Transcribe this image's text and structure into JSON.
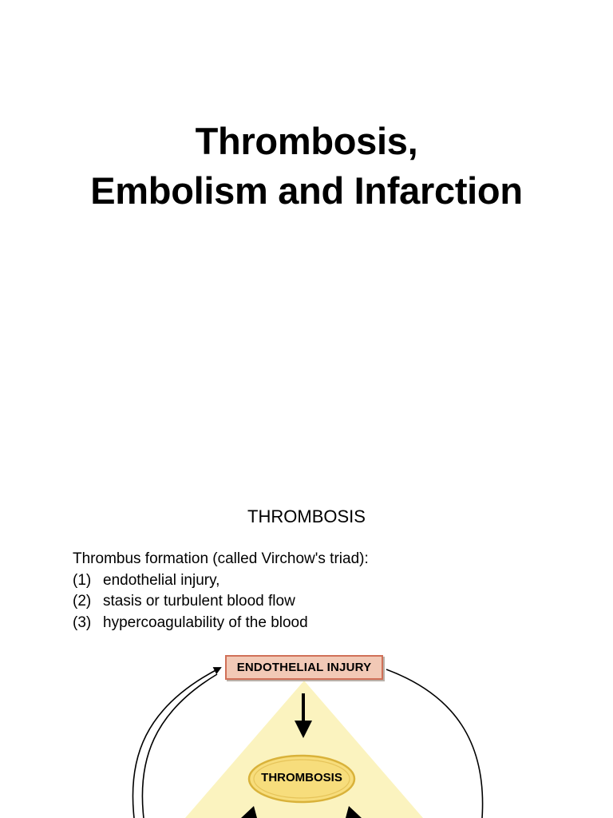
{
  "title": {
    "line1": "Thrombosis,",
    "line2": "Embolism and Infarction"
  },
  "section": {
    "heading": "THROMBOSIS",
    "intro": "Thrombus formation (called Virchow's triad):",
    "items": [
      {
        "num": "(1)",
        "text": "endothelial injury,"
      },
      {
        "num": "(2)",
        "text": "stasis or turbulent blood flow"
      },
      {
        "num": "(3)",
        "text": "hypercoagulability of the blood"
      }
    ]
  },
  "diagram": {
    "top_label": "ENDOTHELIAL INJURY",
    "center_label": "THROMBOSIS",
    "colors": {
      "triangle_fill": "#fbf3bf",
      "oval_fill": "#f7dd7c",
      "oval_stroke": "#d9b23a",
      "box_fill": "#f2c9b6",
      "box_stroke": "#d07058"
    }
  }
}
